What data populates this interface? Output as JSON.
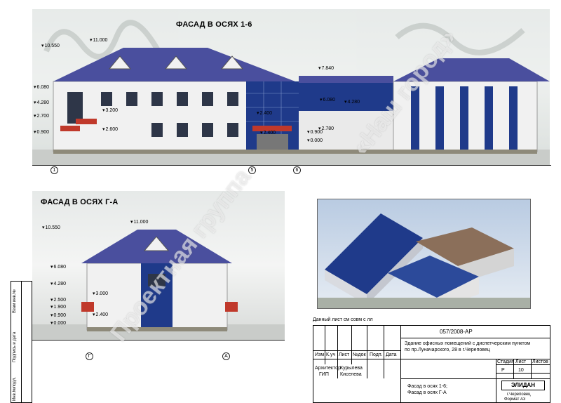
{
  "facade_1": {
    "title": "ФАСАД В ОСЯХ 1-6",
    "elevations": [
      "10.550",
      "11.000",
      "6.080",
      "4.280",
      "2.700",
      "0.900",
      "3.200",
      "2.600",
      "7.840",
      "6.080",
      "4.280",
      "2.400",
      "0.900",
      "0.000",
      "2.780",
      "2.400"
    ],
    "axes": [
      "1",
      "5",
      "6"
    ]
  },
  "facade_2": {
    "title": "ФАСАД В ОСЯХ Г-А",
    "elevations": [
      "10.550",
      "11.000",
      "6.080",
      "4.280",
      "3.000",
      "2.500",
      "1.900",
      "0.900",
      "0.000",
      "2.400"
    ],
    "axes": [
      "Г",
      "А"
    ]
  },
  "watermark": {
    "line_1": "«Наш город»",
    "line_2": "Проектная группа"
  },
  "approval_row": "Данный  лист  см  совм  с  лл",
  "stamp": {
    "code": "057/2008-АР",
    "project": "Здание офисных помещений с диспетчерским пунктом",
    "address": "по пр.Луначарского, 28 в г.Череповец",
    "headers": [
      "Изм",
      "К.уч",
      "Лист",
      "№док",
      "Подп.",
      "Дата"
    ],
    "roles": [
      "Архитектор",
      "ГИП"
    ],
    "names": [
      "Курылева",
      "Киселева"
    ],
    "stage_label": "Стадия",
    "sheet_label": "Лист",
    "sheets_label": "Листов",
    "stage": "Р",
    "sheet": "10",
    "sheets": "",
    "drawing_title_1": "Фасад в осях 1-6;",
    "drawing_title_2": "Фасад в осях Г-А",
    "company": "ЭЛИДАН",
    "city": "г.Череповец",
    "format": "Формат А3"
  },
  "side_strip": [
    "Взам инв.№",
    "Подпись и дата",
    "Инв.№подл."
  ],
  "colors": {
    "roof": "#4a4f9e",
    "accent_blue": "#1f3a8a",
    "wall": "#f2f2f2",
    "tile": "#d7dbe4",
    "red_trim": "#c0392b"
  }
}
